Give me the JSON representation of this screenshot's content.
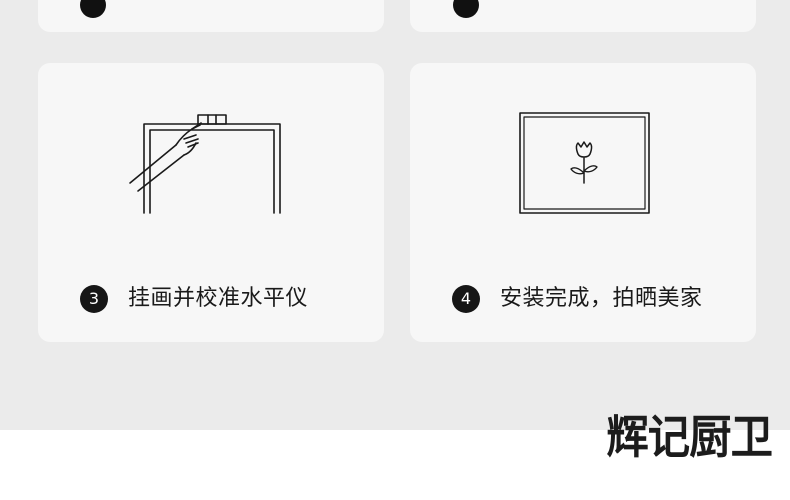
{
  "steps": [
    {
      "number": "3",
      "text": "挂画并校准水平仪"
    },
    {
      "number": "4",
      "text": "安装完成，拍晒美家"
    }
  ],
  "brand": "辉记厨卫",
  "icons": {
    "step3_illustration": "hand-level-frame-icon",
    "step4_illustration": "framed-tulip-icon"
  },
  "colors": {
    "panel": "#ebebeb",
    "card": "#f7f7f7",
    "badge": "#161616",
    "text": "#1a1a1a"
  }
}
